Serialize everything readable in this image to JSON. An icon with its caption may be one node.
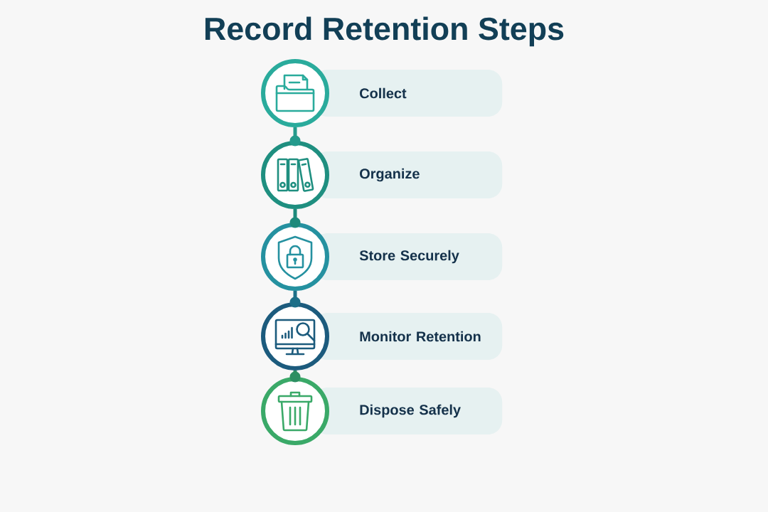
{
  "diagram": {
    "title": "Record Retention Steps",
    "nodes": [
      {
        "text": [],
        "shape": "circle"
      },
      {
        "text": [
          "Collect"
        ]
      },
      {
        "text": [],
        "shape": "circle"
      },
      {
        "text": [
          "Organize"
        ]
      },
      {
        "text": [],
        "shape": "circle"
      },
      {
        "text": [
          "Store Securely"
        ]
      },
      {
        "text": [],
        "shape": "circle"
      },
      {
        "text": [
          "Monitor Retention"
        ]
      },
      {
        "text": [],
        "shape": "circle"
      },
      {
        "text": [
          "Dispose Safely"
        ]
      }
    ],
    "edges": [
      {
        "from": 0,
        "to": 2,
        "arrow": "other",
        "color": "#249a8c"
      },
      {
        "from": 2,
        "to": 4,
        "arrow": "other",
        "color": "#1d8a7b"
      },
      {
        "from": 4,
        "to": 6,
        "arrow": "other",
        "color": "#1d6f88"
      },
      {
        "from": 6,
        "to": 8,
        "arrow": "other",
        "color": "#2c8f62"
      }
    ]
  }
}
